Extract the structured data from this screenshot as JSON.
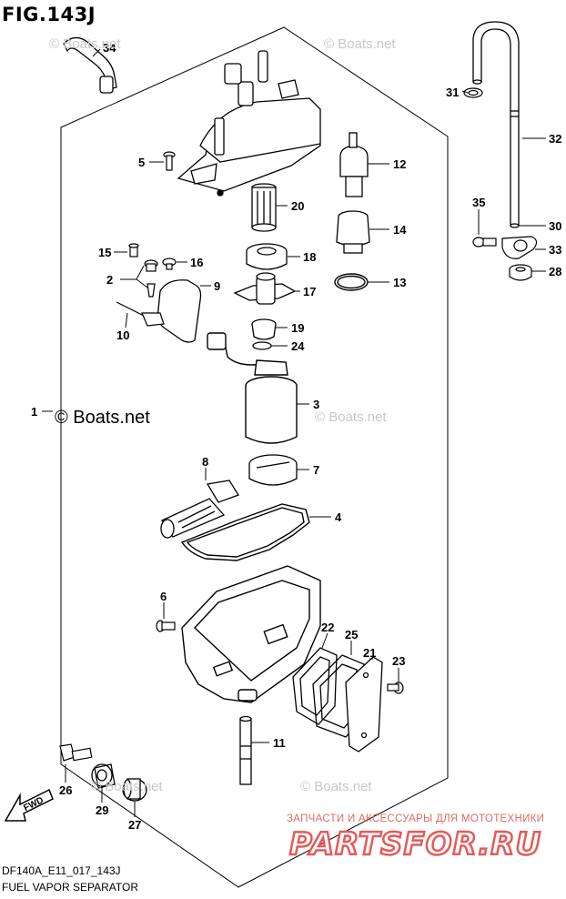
{
  "figure": {
    "title": "FIG.143J"
  },
  "footer": {
    "code": "DF140A_E11_017_143J",
    "title": "FUEL VAPOR SEPARATOR"
  },
  "watermarks": {
    "light": "© Boats.net",
    "dark": "© Boats.net"
  },
  "shop": {
    "tagline": "ЗАПЧАСТИ И АКСЕССУАРЫ ДЛЯ МОТОТЕХНИКИ",
    "logo": "PARTSFOR.RU",
    "logo_color": "#e55a5a"
  },
  "fwd_label": "FWD",
  "callouts": [
    "34",
    "31",
    "32",
    "5",
    "12",
    "20",
    "35",
    "30",
    "14",
    "15",
    "16",
    "33",
    "28",
    "2",
    "18",
    "9",
    "13",
    "17",
    "10",
    "19",
    "24",
    "1",
    "3",
    "8",
    "7",
    "4",
    "6",
    "22",
    "25",
    "21",
    "23",
    "11",
    "26",
    "29",
    "27"
  ]
}
